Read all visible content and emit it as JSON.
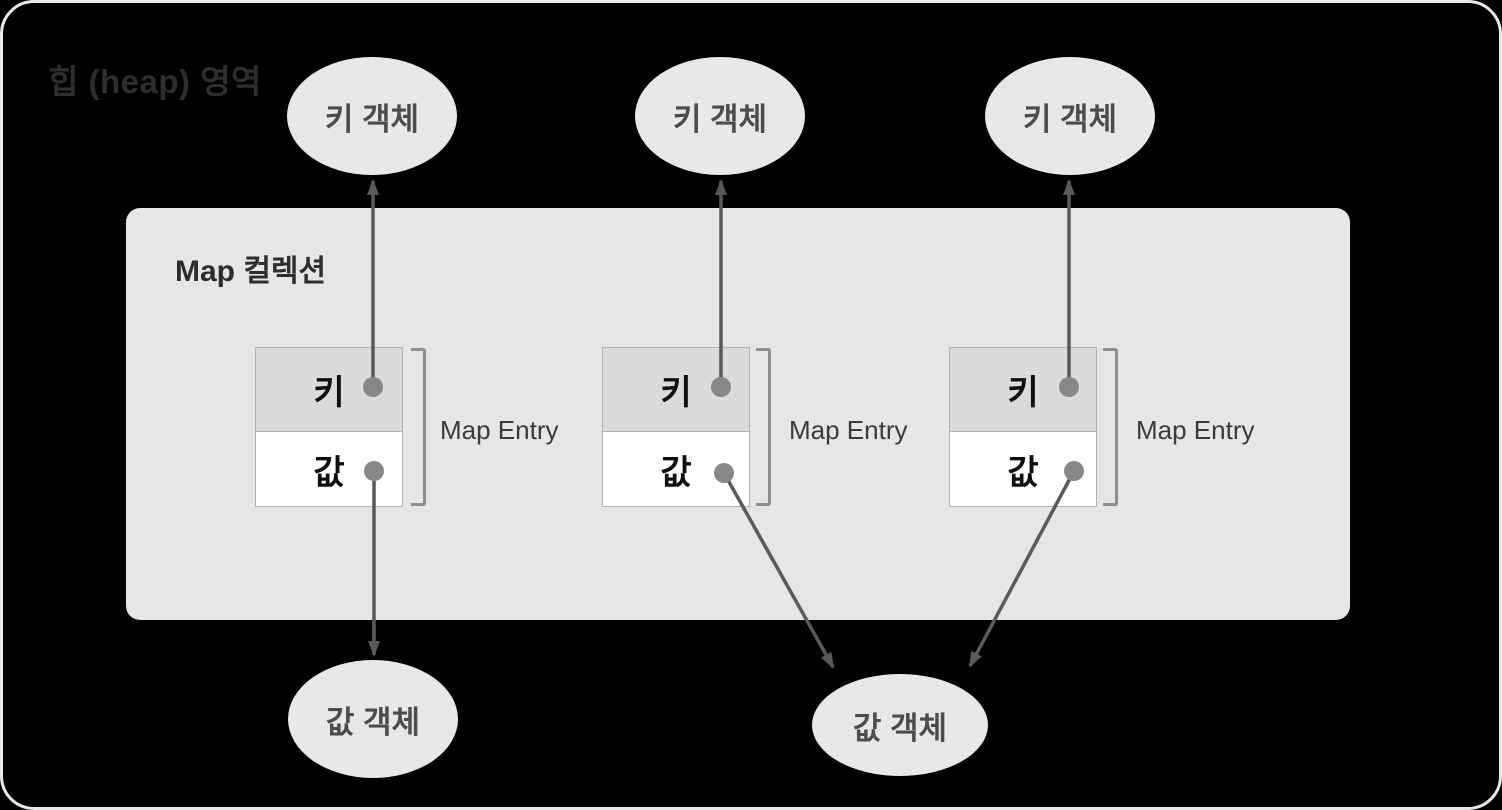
{
  "diagram": {
    "heap_label": "힙 (heap) 영역",
    "map_label": "Map 컬렉션",
    "key_objects": [
      "키 객체",
      "키 객체",
      "키 객체"
    ],
    "entries": [
      {
        "key": "키",
        "value": "값",
        "bracket_label": "Map Entry"
      },
      {
        "key": "키",
        "value": "값",
        "bracket_label": "Map Entry"
      },
      {
        "key": "키",
        "value": "값",
        "bracket_label": "Map Entry"
      }
    ],
    "value_objects": [
      "값 객체",
      "값 객체"
    ],
    "colors": {
      "background": "#000000",
      "outer_border": "#ebe9e7",
      "map_box_fill": "#e7e6e5",
      "ellipse_fill": "#e9e8e7",
      "key_cell_fill": "#dcdbdb",
      "value_cell_fill": "#ffffff",
      "cell_border": "#b5b3b3",
      "arrow": "#5a5a5a",
      "dot": "#878787",
      "bracket": "#8f8f8f",
      "heap_title_text": "#2e2e2e",
      "map_label_text": "#2d2d2d",
      "ellipse_text": "#4c4c4c",
      "map_entry_text": "#3a3a3a",
      "cell_text": "#0f0f0f"
    }
  }
}
